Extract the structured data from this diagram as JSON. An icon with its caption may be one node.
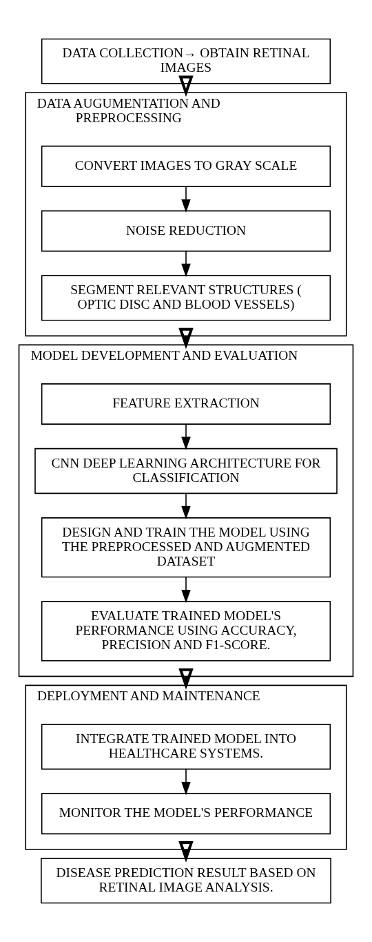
{
  "diagram": {
    "nodes": [
      {
        "text": [
          "DATA COLLECTION→ OBTAIN RETINAL IMAGES"
        ]
      },
      {
        "text": [
          "DATA AUGUMENTATION AND PREPROCESSING"
        ]
      },
      {
        "text": [
          "CONVERT IMAGES TO GRAY SCALE"
        ],
        "in": 1
      },
      {
        "text": [
          "NOISE REDUCTION"
        ],
        "in": 1
      },
      {
        "text": [
          "SEGMENT RELEVANT STRUCTURES ( OPTIC DISC AND BLOOD VESSELS)"
        ],
        "in": 1
      },
      {
        "text": [
          "MODEL DEVELOPMENT AND EVALUATION"
        ]
      },
      {
        "text": [
          "FEATURE EXTRACTION"
        ],
        "in": 5
      },
      {
        "text": [
          "CNN DEEP LEARNING ARCHITECTURE FOR CLASSIFICATION"
        ],
        "in": 5
      },
      {
        "text": [
          "DESIGN AND TRAIN THE MODEL USING THE PREPROCESSED AND AUGMENTED DATASET"
        ],
        "in": 5
      },
      {
        "text": [
          "EVALUATE TRAINED MODEL'S PERFORMANCE USING ACCURACY, PRECISION AND F1-SCORE."
        ],
        "in": 5
      },
      {
        "text": [
          "DEPLOYMENT AND MAINTENANCE"
        ]
      },
      {
        "text": [
          "INTEGRATE TRAINED MODEL INTO HEALTHCARE SYSTEMS."
        ],
        "in": 10
      },
      {
        "text": [
          "MONITOR THE MODEL'S PERFORMANCE"
        ],
        "in": 10
      },
      {
        "text": [
          "DISEASE PREDICTION RESULT BASED ON RETINAL IMAGE ANALYSIS."
        ]
      }
    ],
    "edges": [
      {
        "from": 0,
        "to": 1,
        "arrow": "to",
        "style": "thick"
      },
      {
        "from": 2,
        "to": 3,
        "arrow": "to"
      },
      {
        "from": 3,
        "to": 4,
        "arrow": "to"
      },
      {
        "from": 1,
        "to": 5,
        "arrow": "to",
        "style": "thick"
      },
      {
        "from": 6,
        "to": 7,
        "arrow": "to"
      },
      {
        "from": 7,
        "to": 8,
        "arrow": "to"
      },
      {
        "from": 8,
        "to": 9,
        "arrow": "to"
      },
      {
        "from": 5,
        "to": 10,
        "arrow": "to",
        "style": "thick"
      },
      {
        "from": 11,
        "to": 12,
        "arrow": "to"
      },
      {
        "from": 10,
        "to": 13,
        "arrow": "to",
        "style": "thick"
      }
    ]
  }
}
